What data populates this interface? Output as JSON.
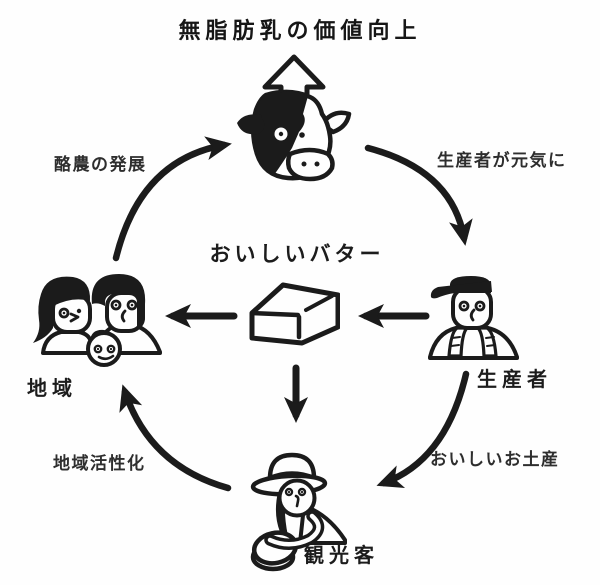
{
  "title": "無脂肪乳の価値向上",
  "center": {
    "label": "おいしいバター",
    "icon": "butter-block-icon"
  },
  "nodes": {
    "milk_value": {
      "icon": "cow-icon",
      "arrow": "up-arrow-icon"
    },
    "producer": {
      "label": "生産者",
      "icon": "farmer-icon"
    },
    "tourist": {
      "label": "観光客",
      "icon": "tourist-icon"
    },
    "community": {
      "label": "地域",
      "icon": "family-icon"
    }
  },
  "edges": {
    "community_to_cow": {
      "label": "酪農の発展"
    },
    "cow_to_producer": {
      "label": "生産者が元気に"
    },
    "producer_to_tourist": {
      "label": "おいしいお土産"
    },
    "tourist_to_community": {
      "label": "地域活性化"
    }
  },
  "colors": {
    "ink": "#1b1b1b",
    "background": "#fefefe"
  }
}
